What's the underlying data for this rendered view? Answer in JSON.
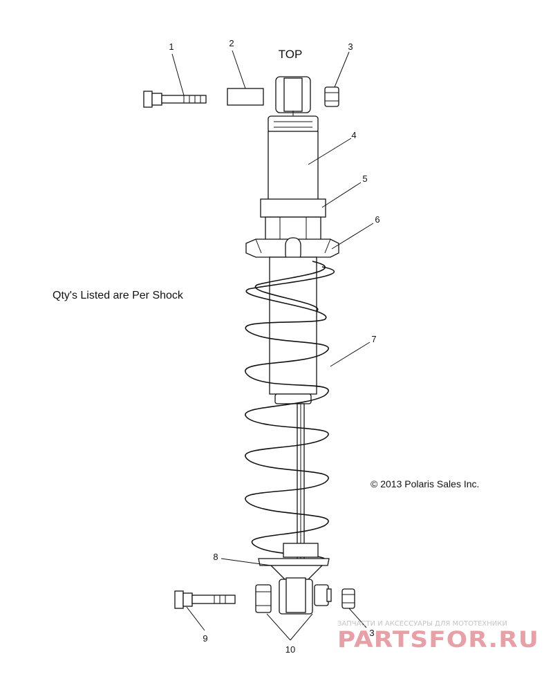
{
  "labels": {
    "top": "TOP",
    "note": "Qty's Listed are Per Shock",
    "copyright": "© 2013 Polaris Sales Inc."
  },
  "callouts": [
    "1",
    "2",
    "3",
    "4",
    "5",
    "6",
    "7",
    "8",
    "9",
    "3",
    "10"
  ],
  "watermark": {
    "tagline": "ЗАПЧАСТИ И АКСЕССУАРЫ ДЛЯ МОТОТЕХНИКИ",
    "logo": "PARTSFOR.RU"
  },
  "colors": {
    "line": "#111111",
    "watermark_logo": "#e8a0a6",
    "watermark_text": "#c4c4c4"
  }
}
